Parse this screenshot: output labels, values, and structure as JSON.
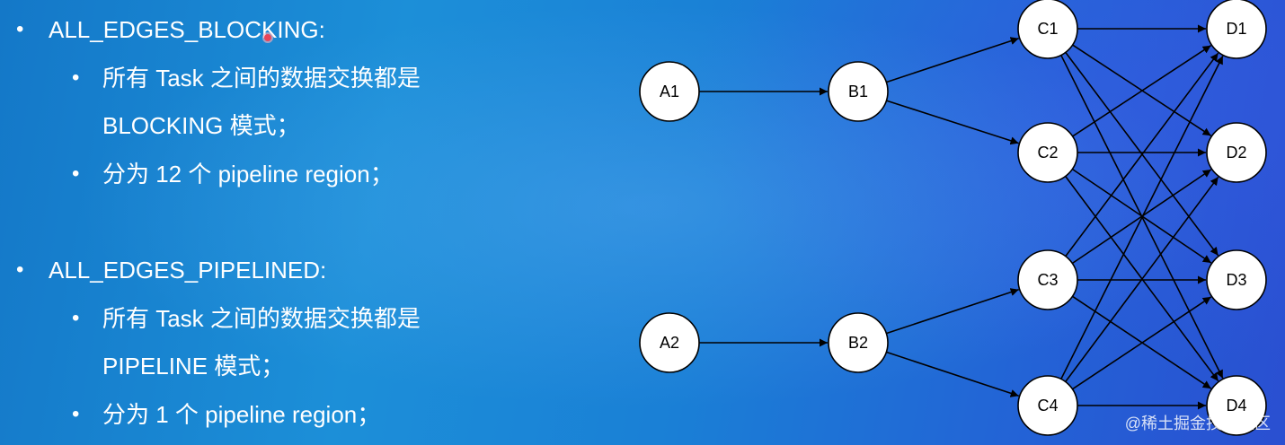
{
  "sections": [
    {
      "heading": "ALL_EDGES_BLOCKING:",
      "items": [
        {
          "lines": [
            "所有 Task 之间的数据交换都是",
            "BLOCKING 模式；"
          ]
        },
        {
          "lines": [
            "分为 12 个 pipeline region；"
          ]
        }
      ]
    },
    {
      "heading": "ALL_EDGES_PIPELINED:",
      "items": [
        {
          "lines": [
            "所有 Task 之间的数据交换都是",
            "PIPELINE 模式；"
          ]
        },
        {
          "lines": [
            "分为 1 个 pipeline region；"
          ]
        }
      ]
    }
  ],
  "bullet_glyph": "•",
  "diagram": {
    "nodes": [
      {
        "id": "A1",
        "label": "A1"
      },
      {
        "id": "B1",
        "label": "B1"
      },
      {
        "id": "A2",
        "label": "A2"
      },
      {
        "id": "B2",
        "label": "B2"
      },
      {
        "id": "C1",
        "label": "C1"
      },
      {
        "id": "C2",
        "label": "C2"
      },
      {
        "id": "C3",
        "label": "C3"
      },
      {
        "id": "C4",
        "label": "C4"
      },
      {
        "id": "D1",
        "label": "D1"
      },
      {
        "id": "D2",
        "label": "D2"
      },
      {
        "id": "D3",
        "label": "D3"
      },
      {
        "id": "D4",
        "label": "D4"
      }
    ],
    "edges": [
      [
        "A1",
        "B1"
      ],
      [
        "A2",
        "B2"
      ],
      [
        "B1",
        "C1"
      ],
      [
        "B1",
        "C2"
      ],
      [
        "B2",
        "C3"
      ],
      [
        "B2",
        "C4"
      ],
      [
        "C1",
        "D1"
      ],
      [
        "C1",
        "D2"
      ],
      [
        "C1",
        "D3"
      ],
      [
        "C1",
        "D4"
      ],
      [
        "C2",
        "D1"
      ],
      [
        "C2",
        "D2"
      ],
      [
        "C2",
        "D3"
      ],
      [
        "C2",
        "D4"
      ],
      [
        "C3",
        "D1"
      ],
      [
        "C3",
        "D2"
      ],
      [
        "C3",
        "D3"
      ],
      [
        "C3",
        "D4"
      ],
      [
        "C4",
        "D1"
      ],
      [
        "C4",
        "D2"
      ],
      [
        "C4",
        "D3"
      ],
      [
        "C4",
        "D4"
      ]
    ]
  },
  "watermark": "@稀土掘金技术社区"
}
